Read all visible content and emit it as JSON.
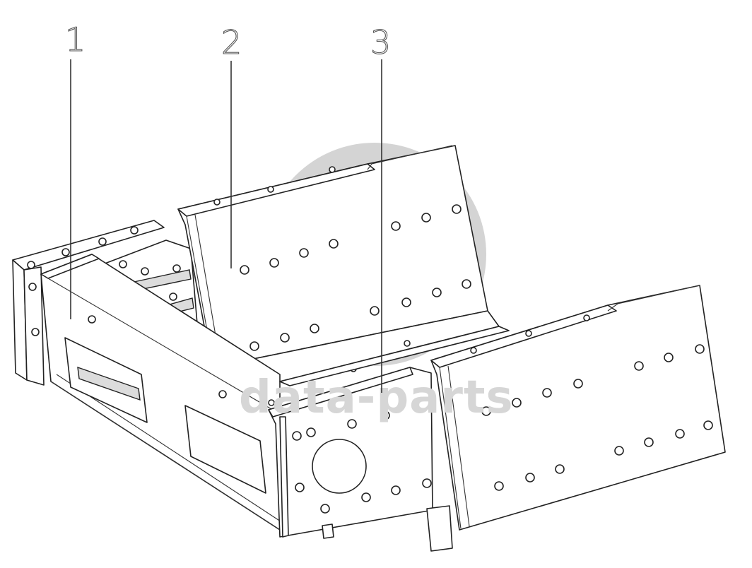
{
  "top_text": "",
  "callouts": [
    {
      "id": "1",
      "label": "1"
    },
    {
      "id": "2",
      "label": "2"
    },
    {
      "id": "3",
      "label": "3"
    }
  ],
  "watermark": {
    "text": "data-parts",
    "logo": "data-parts-logo",
    "color": "#d0d0d0"
  },
  "colors": {
    "line": "#222222",
    "background": "#ffffff",
    "shade": "#dcdcdc"
  }
}
